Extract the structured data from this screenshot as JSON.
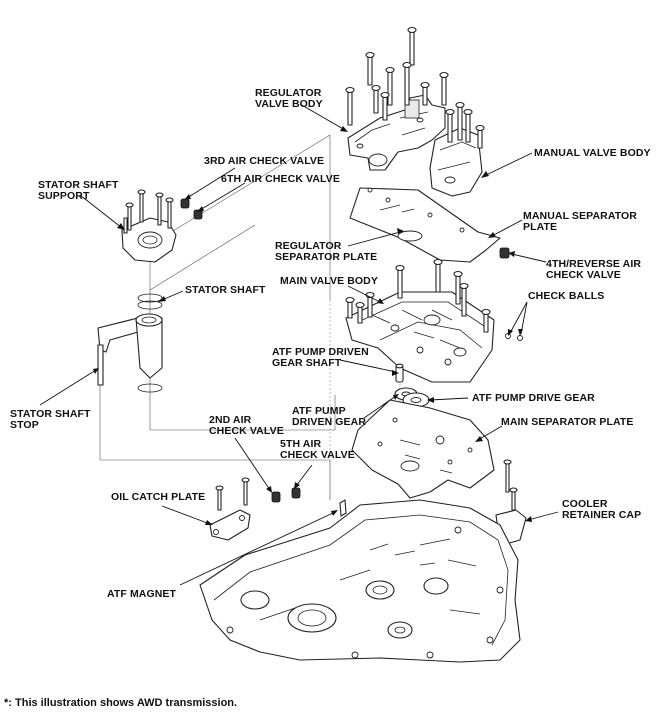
{
  "labels": {
    "regulator_valve_body": "REGULATOR\nVALVE BODY",
    "manual_valve_body": "MANUAL VALVE BODY",
    "third_air_check_valve": "3RD AIR CHECK VALVE",
    "sixth_air_check_valve": "6TH AIR CHECK VALVE",
    "stator_shaft_support": "STATOR SHAFT\nSUPPORT",
    "manual_separator_plate": "MANUAL SEPARATOR\nPLATE",
    "regulator_separator_plate": "REGULATOR\nSEPARATOR PLATE",
    "fourth_reverse_air_check_valve": "4TH/REVERSE AIR\nCHECK VALVE",
    "main_valve_body": "MAIN VALVE BODY",
    "stator_shaft": "STATOR SHAFT",
    "check_balls": "CHECK BALLS",
    "atf_pump_driven_gear_shaft": "ATF PUMP DRIVEN\nGEAR SHAFT",
    "atf_pump_driven_gear": "ATF PUMP\nDRIVEN GEAR",
    "atf_pump_drive_gear": "ATF PUMP DRIVE GEAR",
    "stator_shaft_stop": "STATOR SHAFT\nSTOP",
    "main_separator_plate": "MAIN SEPARATOR PLATE",
    "second_air_check_valve": "2ND AIR\nCHECK VALVE",
    "fifth_air_check_valve": "5TH AIR\nCHECK VALVE",
    "oil_catch_plate": "OIL CATCH PLATE",
    "cooler_retainer_cap": "COOLER\nRETAINER CAP",
    "atf_magnet": "ATF MAGNET"
  },
  "footnote": "*: This illustration shows AWD transmission.",
  "icons": [
    "bolt-icon",
    "check-valve-icon",
    "check-ball-icon",
    "o-ring-icon",
    "gear-icon"
  ],
  "colors": {
    "line": "#222222",
    "text": "#111111",
    "background": "#ffffff"
  }
}
